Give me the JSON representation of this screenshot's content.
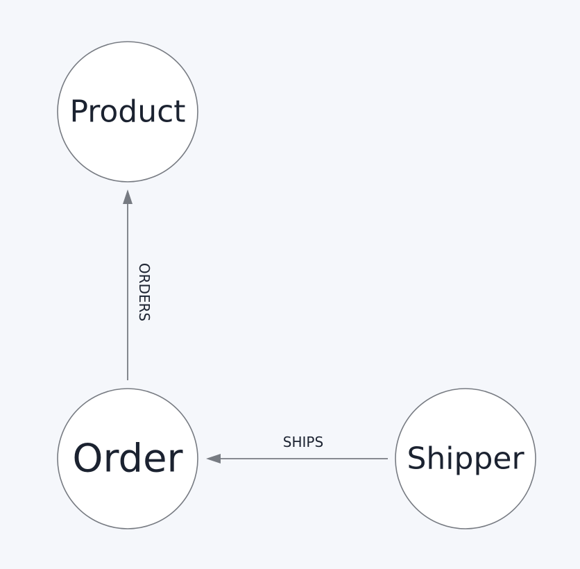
{
  "diagram": {
    "nodes": [
      {
        "id": "product",
        "label": "Product"
      },
      {
        "id": "order",
        "label": "Order"
      },
      {
        "id": "shipper",
        "label": "Shipper"
      }
    ],
    "edges": [
      {
        "id": "orders",
        "from": "order",
        "to": "product",
        "label": "ORDERS"
      },
      {
        "id": "ships",
        "from": "shipper",
        "to": "order",
        "label": "SHIPS"
      }
    ],
    "colors": {
      "background": "#f5f7fb",
      "node_fill": "#ffffff",
      "stroke": "#777b82",
      "text": "#1b2230"
    }
  }
}
